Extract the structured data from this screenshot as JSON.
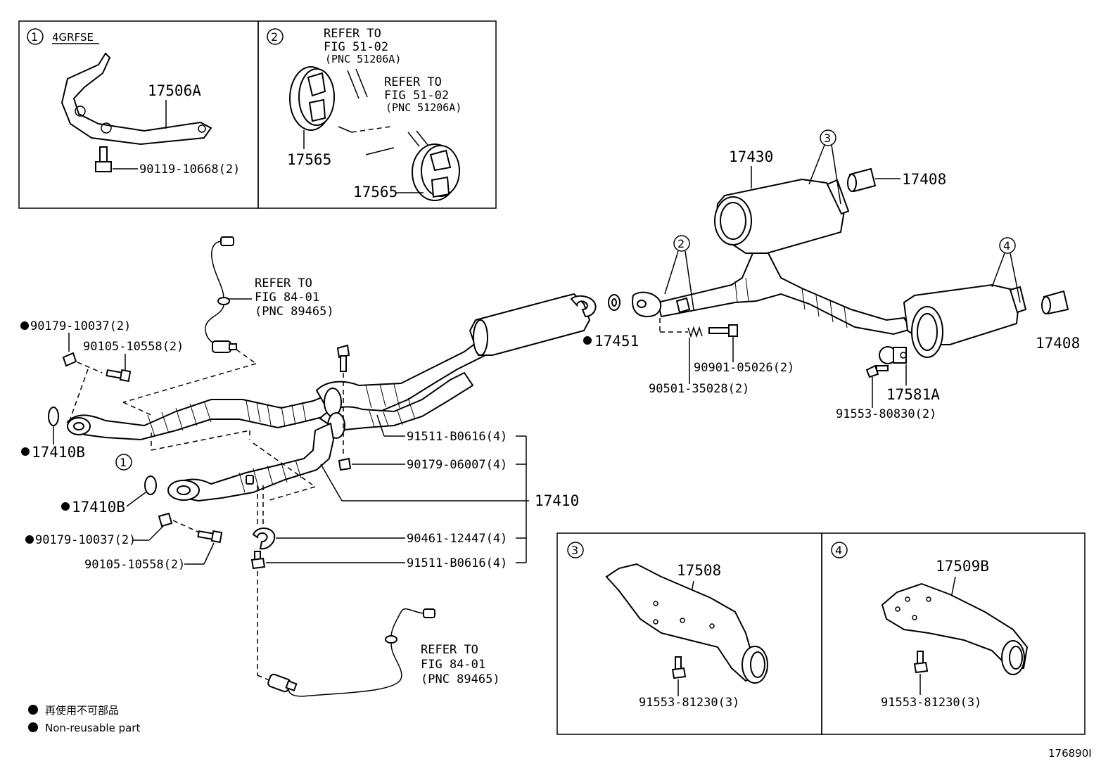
{
  "diagram": {
    "inset1": {
      "num": "1",
      "engine": "4GRFSE",
      "bracket": "17506A",
      "bolt": "90119-10668(2)"
    },
    "inset2": {
      "num": "2",
      "ref1": [
        "REFER TO",
        "FIG 51-02",
        "(PNC 51206A)"
      ],
      "ref2": [
        "REFER TO",
        "FIG 51-02",
        "(PNC 51206A)"
      ],
      "hanger_a": "17565",
      "hanger_b": "17565"
    },
    "inset3": {
      "num": "3",
      "bracket": "17508",
      "bolt": "91553-81230(3)"
    },
    "inset4": {
      "num": "4",
      "bracket": "17509B",
      "bolt": "91553-81230(3)"
    },
    "main": {
      "callout1": "1",
      "callout2": "2",
      "callout3": "3",
      "callout4": "4",
      "sensor_ref_top": [
        "REFER TO",
        "FIG 84-01",
        "(PNC 89465)"
      ],
      "sensor_ref_bottom": [
        "REFER TO",
        "FIG 84-01",
        "(PNC 89465)"
      ],
      "nut_top": "90179-10037(2)",
      "bolt_top": "90105-10558(2)",
      "gasket_top": "17410B",
      "gasket_mid": "17410B",
      "nut_mid": "90179-10037(2)",
      "bolt_mid": "90105-10558(2)",
      "bolt_91511_a": "91511-B0616(4)",
      "nut_90179": "90179-06007(4)",
      "pipe_assy": "17410",
      "clamp": "90461-12447(4)",
      "bolt_91511_b": "91511-B0616(4)",
      "gasket_17451": "17451",
      "muffler": "17430",
      "tip_right_top": "17408",
      "tip_right_bottom": "17408",
      "bolt_90901": "90901-05026(2)",
      "spring": "90501-35028(2)",
      "valve": "17581A",
      "bolt_91553": "91553-80830(2)"
    },
    "legend": {
      "jp": "再使用不可部品",
      "en": "Non-reusable part"
    },
    "figure_id": "176890I"
  }
}
